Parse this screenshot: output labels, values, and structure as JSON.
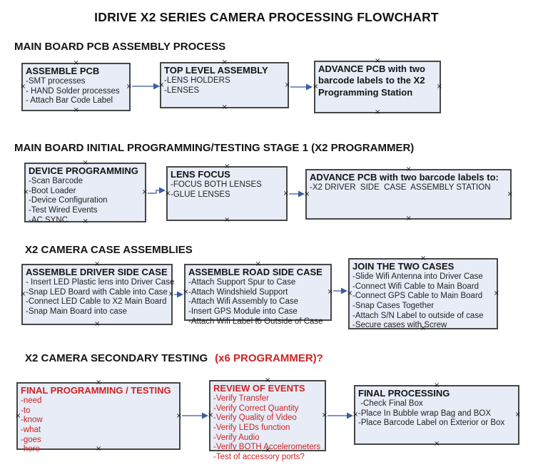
{
  "title": "IDRIVE X2  SERIES CAMERA PROCESSING FLOWCHART",
  "colors": {
    "box_fill": "#e7ecf6",
    "box_border": "#474747",
    "red_text": "#cc2423",
    "arrow_line": "#7e96c0",
    "arrow_head": "#3a5da3"
  },
  "sections": [
    {
      "heading": "MAIN BOARD PCB ASSEMBLY PROCESS",
      "boxes": [
        {
          "title": "ASSEMBLE PCB",
          "items": [
            "-SMT processes",
            "- HAND Solder processes",
            "- Attach Bar Code Label"
          ]
        },
        {
          "title": "TOP LEVEL ASSEMBLY",
          "items": [
            "-LENS HOLDERS",
            "-LENSES"
          ]
        },
        {
          "title": "ADVANCE PCB with two barcode labels to the X2 Programming Station",
          "items": []
        }
      ]
    },
    {
      "heading": "MAIN BOARD INITIAL PROGRAMMING/TESTING STAGE 1 (X2 PROGRAMMER)",
      "boxes": [
        {
          "title": "DEVICE PROGRAMMING",
          "items": [
            "-Scan Barcode",
            "-Boot Loader",
            "-Device Configuration",
            "-Test Wired Events",
            "-AC SYNC"
          ]
        },
        {
          "title": "LENS FOCUS",
          "items": [
            "-FOCUS BOTH LENSES",
            "-GLUE LENSES"
          ]
        },
        {
          "title": "ADVANCE PCB with two barcode labels to:",
          "items": [
            "-X2 DRIVER  SIDE  CASE  ASSEMBLY STATION"
          ]
        }
      ]
    },
    {
      "heading": "X2 CAMERA CASE ASSEMBLIES",
      "boxes": [
        {
          "title": "ASSEMBLE DRIVER SIDE CASE",
          "items": [
            "- Insert LED Plastic lens into Driver Case",
            "-Snap LED Board with Cable into Case",
            "-Connect LED Cable to X2 Main Board",
            "-Snap Main Board into case"
          ]
        },
        {
          "title": "ASSEMBLE ROAD SIDE CASE",
          "items": [
            "-Attach Support Spur to Case",
            "-Attach Windshield Support",
            "-Attach Wifi Assembly to Case",
            "-Insert GPS Module into Case",
            "-Attach Wifi Label to Outside of Case"
          ]
        },
        {
          "title": "JOIN THE TWO CASES",
          "items": [
            "-Slide Wifi Antenna into Driver Case",
            "-Connect Wifi Cable to Main Board",
            "-Connect GPS Cable to Main Board",
            "-Snap Cases Together",
            "-Attach S/N Label to outside of case",
            "-Secure cases with Screw"
          ]
        }
      ]
    },
    {
      "heading": "X2 CAMERA SECONDARY TESTING",
      "heading_red": "(x6 PROGRAMMER)?",
      "boxes": [
        {
          "title": "FINAL PROGRAMMING / TESTING",
          "items": [
            "-need",
            "-to",
            "-know",
            "-what",
            "-goes",
            "-here"
          ]
        },
        {
          "title": "REVIEW OF EVENTS",
          "items": [
            "-Verify Transfer",
            "-Verify Correct Quantity",
            "-Verify Quality of Video",
            "-Verify LEDs function",
            "-Verify Audio",
            "-Verify BOTH Accelerometers",
            "-Test of accessory ports?"
          ]
        },
        {
          "title": "FINAL PROCESSING",
          "items": [
            " -Check Final Box",
            "-Place In Bubble wrap Bag and BOX",
            "-Place Barcode Label on Exterior or Box"
          ]
        }
      ]
    }
  ]
}
